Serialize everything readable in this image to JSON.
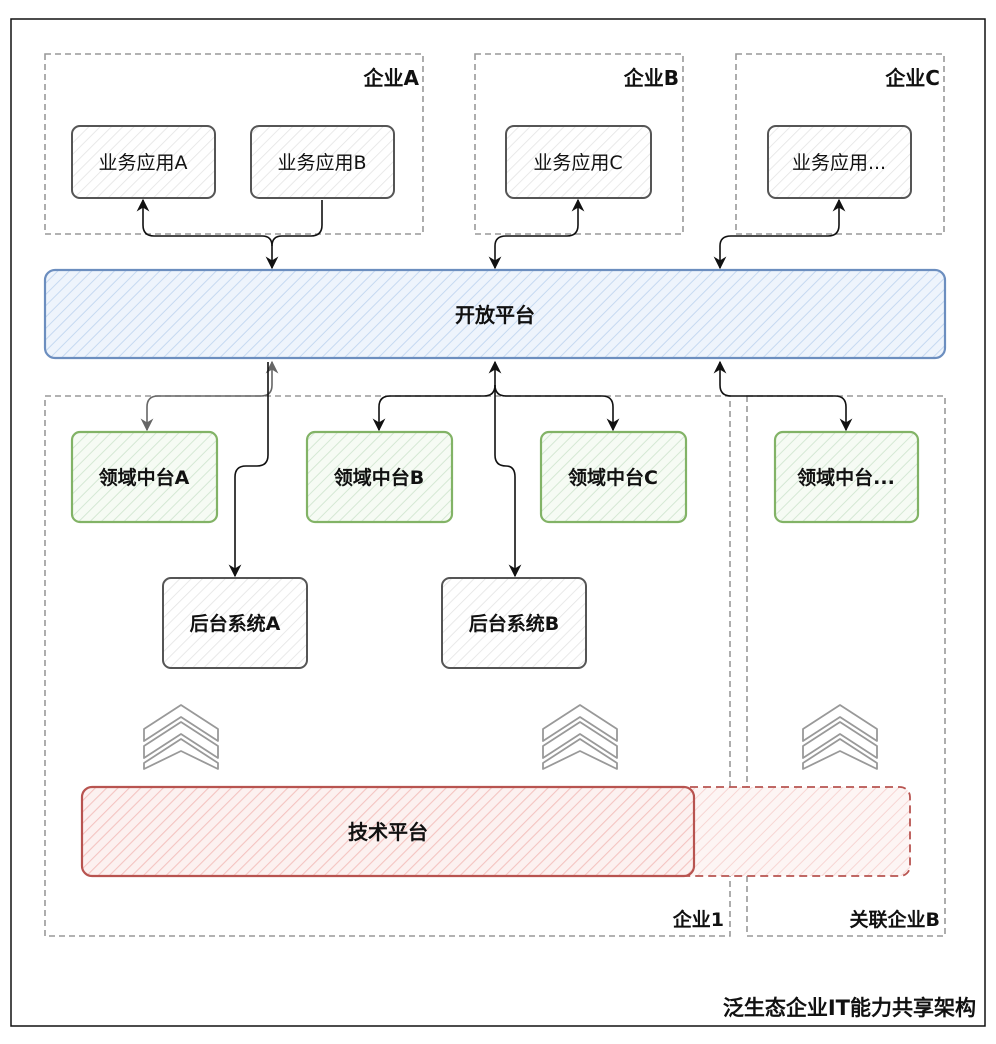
{
  "diagram": {
    "title": "泛生态企业IT能力共享架构",
    "open_platform": "开放平台",
    "tech_platform": "技术平台",
    "groups": {
      "enterprise_a": "企业A",
      "enterprise_b": "企业B",
      "enterprise_c": "企业C",
      "enterprise_1": "企业1",
      "affiliate_b": "关联企业B"
    },
    "apps": {
      "app_a": "业务应用A",
      "app_b": "业务应用B",
      "app_c": "业务应用C",
      "app_more": "业务应用..."
    },
    "domain_platforms": {
      "a": "领域中台A",
      "b": "领域中台B",
      "c": "领域中台C",
      "more": "领域中台..."
    },
    "backend_systems": {
      "a": "后台系统A",
      "b": "后台系统B"
    },
    "colors": {
      "open_platform_stroke": "#6c8ebf",
      "open_platform_fill": "#dae8fc",
      "domain_stroke": "#82b366",
      "domain_fill": "#d5e8d4",
      "tech_stroke": "#b85450",
      "tech_fill": "#f8cecc",
      "neutral_stroke": "#555555",
      "dashed_stroke": "#999999"
    }
  }
}
